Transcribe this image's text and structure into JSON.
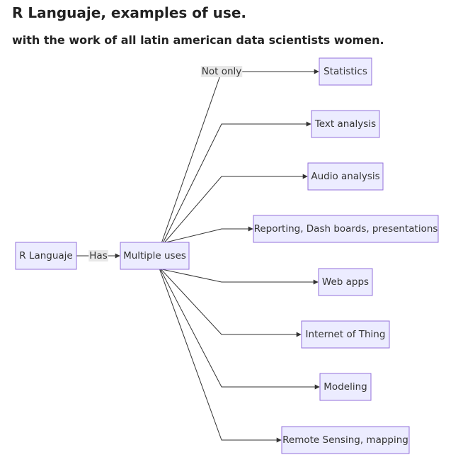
{
  "title": "R Languaje, examples of use.",
  "subtitle": "with the work of all latin american data scientists women.",
  "diagram": {
    "root": {
      "id": "root",
      "label": "R Languaje"
    },
    "hub": {
      "id": "hub",
      "label": "Multiple uses"
    },
    "root_edge_label": "Has",
    "targets": [
      {
        "id": "statistics",
        "label": "Statistics",
        "edge_label": "Not only"
      },
      {
        "id": "text-analysis",
        "label": "Text analysis",
        "edge_label": ""
      },
      {
        "id": "audio-analysis",
        "label": "Audio analysis",
        "edge_label": ""
      },
      {
        "id": "reporting",
        "label": "Reporting, Dash boards, presentations",
        "edge_label": ""
      },
      {
        "id": "web-apps",
        "label": "Web apps",
        "edge_label": ""
      },
      {
        "id": "internet-of-thing",
        "label": "Internet of Thing",
        "edge_label": ""
      },
      {
        "id": "modeling",
        "label": "Modeling",
        "edge_label": ""
      },
      {
        "id": "remote-sensing",
        "label": "Remote Sensing, mapping",
        "edge_label": ""
      }
    ]
  },
  "colors": {
    "node_fill": "#ECECFF",
    "node_stroke": "#9370DB",
    "edge": "#333333",
    "edge_label_bg": "#e8e8e8"
  }
}
